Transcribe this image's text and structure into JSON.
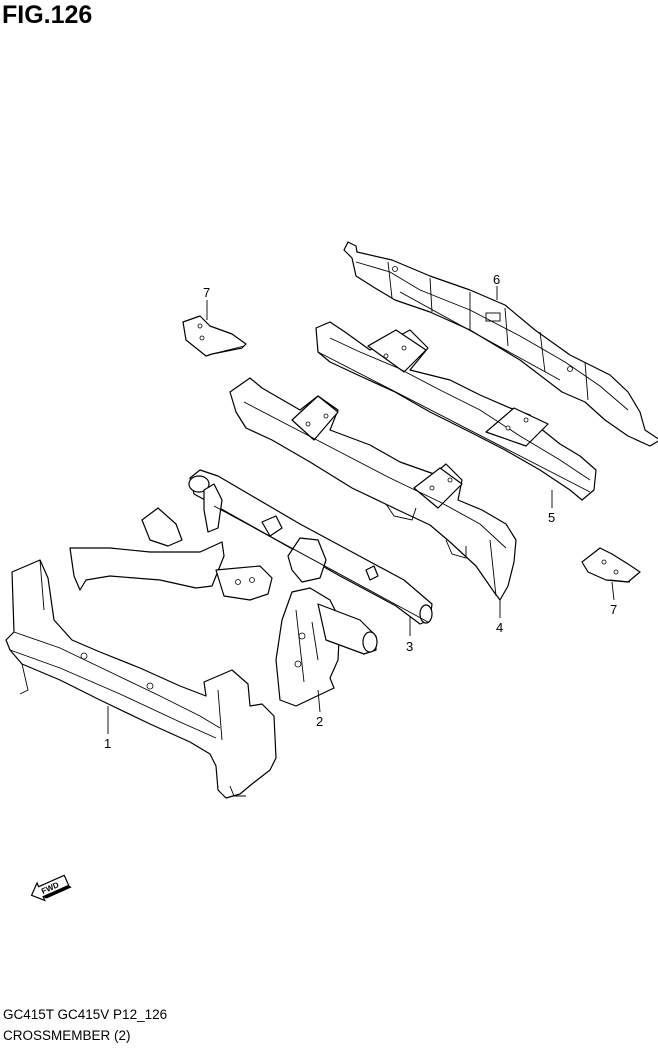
{
  "figure_title": "FIG.126",
  "callouts": [
    {
      "id": "p1",
      "number": "1"
    },
    {
      "id": "p2",
      "number": "2"
    },
    {
      "id": "p3",
      "number": "3"
    },
    {
      "id": "p4",
      "number": "4"
    },
    {
      "id": "p5",
      "number": "5"
    },
    {
      "id": "p6",
      "number": "6"
    },
    {
      "id": "p7a",
      "number": "7"
    },
    {
      "id": "p7b",
      "number": "7"
    }
  ],
  "fwd_arrow_label": "FWD",
  "footer": {
    "model_code": "GC415T GC415V P12_126",
    "section_name": "CROSSMEMBER (2)"
  }
}
